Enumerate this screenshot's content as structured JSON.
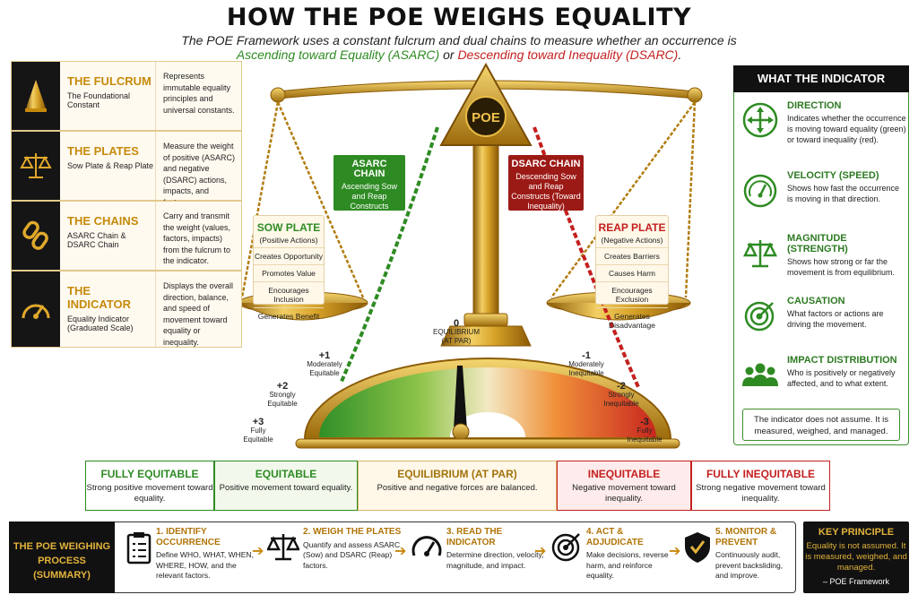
{
  "title": "HOW THE POE WEIGHS EQUALITY",
  "subtitle": {
    "line1": "The POE Framework uses a constant fulcrum and dual chains to measure whether an occurrence is",
    "asarc": "Ascending toward Equality (ASARC)",
    "or": " or ",
    "dsarc": "Descending toward Inequality (DSARC)",
    "end": "."
  },
  "components": [
    {
      "name": "THE FULCRUM",
      "sub": "The Foundational Constant",
      "desc": "Represents immutable equality principles and universal constants.",
      "icon": "cone-icon"
    },
    {
      "name": "THE PLATES",
      "sub": "Sow Plate & Reap Plate",
      "desc": "Measure the weight of positive (ASARC) and negative (DSARC) actions, impacts, and factors.",
      "icon": "balance-icon"
    },
    {
      "name": "THE CHAINS",
      "sub": "ASARC Chain & DSARC Chain",
      "desc": "Carry and transmit the weight (values, factors, impacts) from the fulcrum to the indicator.",
      "icon": "chain-icon"
    },
    {
      "name": "THE INDICATOR",
      "sub": "Equality Indicator (Graduated Scale)",
      "desc": "Displays the overall direction, balance, and speed of movement toward equality or inequality.",
      "icon": "gauge-icon"
    }
  ],
  "center": {
    "poe_label": "POE",
    "asarc_chain": {
      "title": "ASARC CHAIN",
      "desc": "Ascending Sow and Reap Constructs (Toward Equality)"
    },
    "dsarc_chain": {
      "title": "DSARC CHAIN",
      "desc": "Descending Sow and Reap Constructs (Toward Inequality)"
    },
    "sow_plate": {
      "title": "SOW PLATE",
      "sub": "(Positive Actions)",
      "items": [
        "Creates Opportunity",
        "Promotes Value",
        "Encourages Inclusion",
        "Generates Benefit"
      ]
    },
    "reap_plate": {
      "title": "REAP PLATE",
      "sub": "(Negative Actions)",
      "items": [
        "Creates Barriers",
        "Causes Harm",
        "Encourages Exclusion",
        "Generates Disadvantage"
      ]
    },
    "zero": {
      "value": "0",
      "label": "EQUILIBRIUM (AT PAR)"
    },
    "ticks": [
      {
        "value": "+1",
        "label": "Moderately Equitable"
      },
      {
        "value": "+2",
        "label": "Strongly Equitable"
      },
      {
        "value": "+3",
        "label": "Fully Equitable"
      },
      {
        "value": "-1",
        "label": "Moderately Inequitable"
      },
      {
        "value": "-2",
        "label": "Strongly Inequitable"
      },
      {
        "value": "-3",
        "label": "Fully Inequitable"
      }
    ]
  },
  "indicator_panel": {
    "heading": "WHAT THE INDICATOR CONVEYS",
    "items": [
      {
        "title": "DIRECTION",
        "desc": "Indicates whether the occurrence is moving toward equality (green) or toward inequality (red).",
        "icon": "direction-arrows-icon"
      },
      {
        "title": "VELOCITY (SPEED)",
        "desc": "Shows how fast the occurrence is moving in that direction.",
        "icon": "speedometer-icon"
      },
      {
        "title": "MAGNITUDE (STRENGTH)",
        "desc": "Shows how strong or far the movement is from equilibrium.",
        "icon": "scale-icon"
      },
      {
        "title": "CAUSATION",
        "desc": "What factors or actions are driving the movement.",
        "icon": "target-icon"
      },
      {
        "title": "IMPACT DISTRIBUTION",
        "desc": "Who is positively or negatively affected, and to what extent.",
        "icon": "people-icon"
      }
    ],
    "note": "The indicator does not assume. It is measured, weighed, and managed."
  },
  "status_scale": [
    {
      "title": "FULLY EQUITABLE",
      "desc": "Strong positive movement toward equality.",
      "color": "#2e8b23"
    },
    {
      "title": "EQUITABLE",
      "desc": "Positive movement toward equality.",
      "color": "#2e8b23"
    },
    {
      "title": "EQUILIBRIUM (AT PAR)",
      "desc": "Positive and negative forces are balanced.",
      "color": "#a2730c"
    },
    {
      "title": "INEQUITABLE",
      "desc": "Negative movement toward inequality.",
      "color": "#c41f1f"
    },
    {
      "title": "FULLY INEQUITABLE",
      "desc": "Strong negative movement toward inequality.",
      "color": "#c41f1f"
    }
  ],
  "process": {
    "heading": "THE POE WEIGHING PROCESS (SUMMARY)",
    "steps": [
      {
        "title": "1. IDENTIFY OCCURRENCE",
        "desc": "Define WHO, WHAT, WHEN, WHERE, HOW, and the relevant factors.",
        "icon": "clipboard-icon"
      },
      {
        "title": "2. WEIGH THE PLATES",
        "desc": "Quantify and assess ASARC (Sow) and DSARC (Reap) factors.",
        "icon": "balance-icon"
      },
      {
        "title": "3. READ THE INDICATOR",
        "desc": "Determine direction, velocity, magnitude, and impact.",
        "icon": "gauge-icon"
      },
      {
        "title": "4. ACT & ADJUDICATE",
        "desc": "Make decisions, reverse harm, and reinforce equality.",
        "icon": "target-icon"
      },
      {
        "title": "5. MONITOR & PREVENT",
        "desc": "Continuously audit, prevent backsliding, and improve.",
        "icon": "shield-icon"
      }
    ]
  },
  "key_principle": {
    "heading": "KEY PRINCIPLE",
    "text": "Equality is not assumed. It is measured, weighed, and managed.",
    "attribution": "– POE Framework"
  },
  "colors": {
    "gold": "#c58a0b",
    "green": "#2e8b23",
    "red": "#c41f1f",
    "dark": "#111111"
  }
}
